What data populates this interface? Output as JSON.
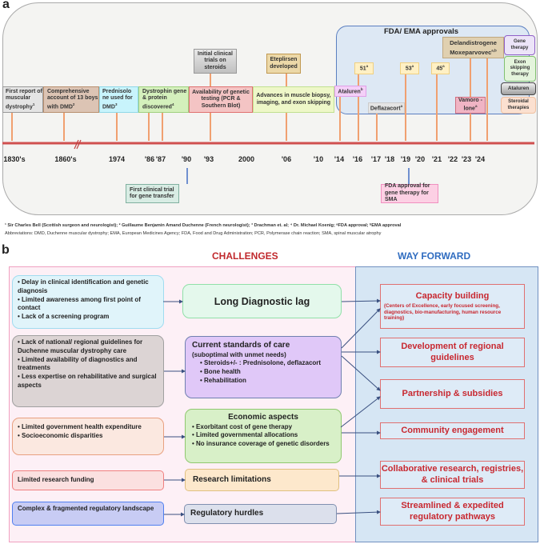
{
  "panel_a": {
    "label": "a",
    "fda_title": "FDA/ EMA approvals",
    "events": {
      "first_report": "First report of muscular dystrophy",
      "first_report_sup": "1",
      "comprehensive": "Comprehensive account of 13 boys with DMD",
      "comprehensive_sup": "2",
      "prednisolone": "Prednisolo ne used for DMD",
      "prednisolone_sup": "3",
      "dystrophin": "Dystrophin gene & protein discovered",
      "dystrophin_sup": "4",
      "initial_trials": "Initial clinical trials on steroids",
      "genetic_testing": "Availability of genetic testing (PCR & Southern Blot)",
      "eteplirsen": "Eteplirsen developed",
      "advances": "Advances in muscle biopsy, imaging, and exon skipping",
      "ataluren": "Ataluren",
      "ataluren_sup": "b",
      "e51": "51",
      "e51_sup": "a",
      "e53": "53",
      "e53_sup": "a",
      "e45": "45",
      "e45_sup": "a",
      "deflazacort": "Deflazacort",
      "deflazacort_sup": "a",
      "delandistrogene": "Delandistrogene Moxeparvovec",
      "delandistrogene_sup": "a,b",
      "vamorolone": "Vamoro -lone",
      "vamorolone_sup": "a",
      "gene_transfer": "First clinical trial for gene transfer",
      "sma": "FDA approval for gene therapy for SMA"
    },
    "legend": [
      "Gene therapy",
      "Exon skipping therapy",
      "Ataluren",
      "Steroidal therapies"
    ],
    "years": [
      "1830's",
      "1860's",
      "1974",
      "'86",
      "'87",
      "'90",
      "'93",
      "2000",
      "'06",
      "'10",
      "'14",
      "'16",
      "'17",
      "'18",
      "'19",
      "'20",
      "'21",
      "'22",
      "'23",
      "'24"
    ],
    "footnote1": "¹ Sir Charles Bell (Scottish surgeon and neurologist); ² Guillaume Benjamin Amand Duchenne (French neurologist); ³ Drachman et. al; ⁴ Dr. Michael Koenig; ᵃFDA approval; ᵇEMA approval",
    "footnote2": "Abbreviations: DMD, Duchenne muscular dystrophy; EMA, European Medicines Agency; FDA, Food and Drug Administration; PCR, Polymerase chain reaction; SMA, spinal muscular atrophy"
  },
  "panel_b": {
    "label": "b",
    "challenges_title": "CHALLENGES",
    "way_forward_title": "WAY FORWARD",
    "causes": [
      {
        "items": [
          "Delay in clinical identification and genetic diagnosis",
          "Limited awareness among first point of contact",
          "Lack of a screening program"
        ]
      },
      {
        "items": [
          "Lack of national/ regional guidelines for Duchenne muscular dystrophy care",
          "Limited availability of diagnostics and treatments",
          "Less expertise on rehabilitative and surgical aspects"
        ]
      },
      {
        "items": [
          "Limited government health expenditure",
          "Socioeconomic disparities"
        ]
      },
      {
        "text": "Limited research funding"
      },
      {
        "text": "Complex & fragmented regulatory landscape"
      }
    ],
    "challenges": [
      {
        "title": "Long Diagnostic lag"
      },
      {
        "title": "Current standards of care",
        "subtitle": "(suboptimal with unmet needs)",
        "items": [
          "Steroids+/- : Prednisolone, deflazacort",
          "Bone health",
          "Rehabilitation"
        ]
      },
      {
        "title": "Economic aspects",
        "items": [
          "Exorbitant cost of gene therapy",
          "Limited governmental allocations",
          "No insurance coverage of genetic disorders"
        ]
      },
      {
        "title": "Research limitations"
      },
      {
        "title": "Regulatory hurdles"
      }
    ],
    "way_forward": [
      {
        "title": "Capacity building",
        "detail": "(Centers of Excellence, early focused screening, diagnostics, bio-manufacturing, human resource training)"
      },
      {
        "title": "Development of regional guidelines"
      },
      {
        "title": "Partnership & subsidies"
      },
      {
        "title": "Community engagement"
      },
      {
        "title": "Collaborative research, registries, & clinical trials"
      },
      {
        "title": "Streamlined & expedited regulatory pathways"
      }
    ]
  }
}
